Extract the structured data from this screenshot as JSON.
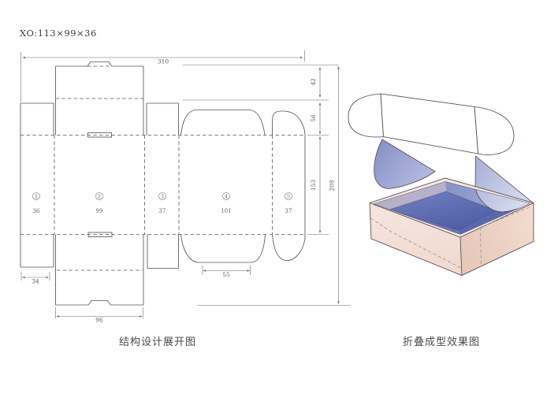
{
  "title": {
    "spec": "XO:113×99×36"
  },
  "dieline": {
    "caption": "结构设计展开图",
    "panels": [
      {
        "num": "1",
        "value": "36"
      },
      {
        "num": "2",
        "value": "99"
      },
      {
        "num": "3",
        "value": "37"
      },
      {
        "num": "4",
        "value": "101"
      },
      {
        "num": "5",
        "value": "37"
      }
    ],
    "dimensions": {
      "overall_width": "310",
      "top_flap_height": "42",
      "lid_panel_height": "56",
      "body_height": "153",
      "overall_height": "208",
      "side_flap_width": "34",
      "front_flap_width": "96",
      "tuck_flap_width": "55"
    }
  },
  "preview": {
    "caption": "折叠成型效果图"
  },
  "colors": {
    "line": "#55555b",
    "dim_line": "#6a6a6e",
    "box_outline": "#55474f",
    "face_left": "#f3e0d8",
    "face_right": "#ecd0c1",
    "floor": "#5d69ad",
    "inner_wall_right": "#929bce",
    "inner_wall_left": "#b6b1ca",
    "inner_near_left": "#6b77b9",
    "inner_near_right": "#5a68b0",
    "flap_left": "#9aa2d3",
    "flap_right": "#c8cde9",
    "rim_top": "#f5e9e3"
  }
}
